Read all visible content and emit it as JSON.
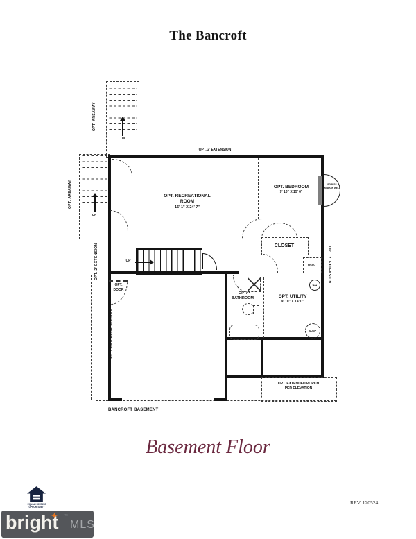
{
  "header": {
    "title": "The Bancroft"
  },
  "plan": {
    "extension_top": "OPT. 2' EXTENSION",
    "extension_left": "OPT. 2' EXTENSION",
    "extension_right": "OPT. 2' EXTENSION",
    "areaway_label": "OPT. AREAWAY",
    "up_label": "UP",
    "rec_room": {
      "line1": "OPT. RECREATIONAL",
      "line2": "ROOM",
      "dims": "15' 1\" X 24' 7\""
    },
    "bedroom": {
      "name": "OPT. BEDROOM",
      "dims": "9' 10\" X 15' 6\""
    },
    "closet": {
      "name": "CLOSET"
    },
    "bathroom": {
      "line1": "OPT.",
      "line2": "BATHROOM"
    },
    "utility": {
      "name": "OPT. UTILITY",
      "dims": "9' 10\" X 14' 0\""
    },
    "window_well": {
      "line1": "EGRESS",
      "line2": "WINDOW WELL"
    },
    "hvac": "HVAC",
    "wh": "WH",
    "sump": "SUMP",
    "opt_door": {
      "line1": "OPT.",
      "line2": "DOOR"
    },
    "side_garage": "OPT. SIDE LOAD GARAGE",
    "porch": {
      "line1": "OPT. EXTENDED PORCH",
      "line2": "PER ELEVATION"
    },
    "plan_label": "BANCROFT BASEMENT"
  },
  "footer": {
    "floor_title": "Basement Floor",
    "revision": "REV. 120524",
    "equal_housing": {
      "line1": "EQUAL HOUSING",
      "line2": "OPPORTUNITY"
    },
    "brand": {
      "name": "bright",
      "suffix": "MLS",
      "tm": "™",
      "star": "✦"
    }
  },
  "colors": {
    "wall": "#141414",
    "accent_maroon": "#6B2940",
    "brand_bar": "#54565A",
    "brand_star": "#E87722",
    "equal_housing_navy": "#17233F"
  }
}
